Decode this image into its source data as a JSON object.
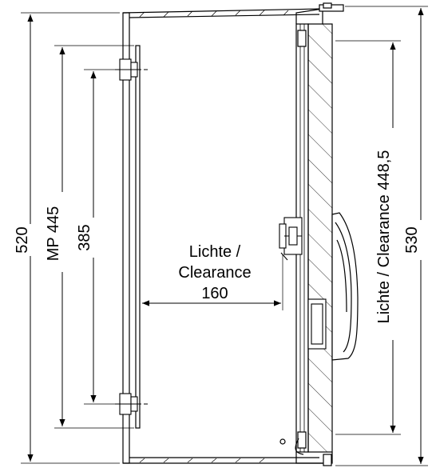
{
  "dimensions": {
    "overall_height_left": "520",
    "mounting_plate_height": "MP 445",
    "hole_spacing": "385",
    "clear_width_line1": "Lichte /",
    "clear_width_line2": "Clearance",
    "clear_width_value": "160",
    "clear_height": "Lichte / Clearance 448,5",
    "overall_height_right": "530"
  },
  "colors": {
    "line": "#000000",
    "hatch": "#000000",
    "background": "#ffffff"
  }
}
